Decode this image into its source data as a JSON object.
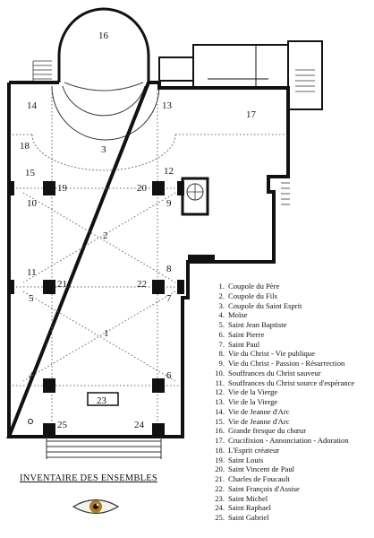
{
  "plan": {
    "labels": [
      "16",
      "17",
      "14",
      "13",
      "18",
      "3",
      "15",
      "12",
      "19",
      "20",
      "10",
      "9",
      "2",
      "11",
      "8",
      "5",
      "21",
      "22",
      "7",
      "1",
      "4",
      "6",
      "23",
      "25",
      "24"
    ]
  },
  "legend": {
    "items": [
      {
        "n": "1.",
        "t": "Coupole du Père"
      },
      {
        "n": "2.",
        "t": "Coupole du Fils"
      },
      {
        "n": "3.",
        "t": "Coupole du Saint Esprit"
      },
      {
        "n": "4.",
        "t": "Moïse"
      },
      {
        "n": "5.",
        "t": "Saint Jean Baptiste"
      },
      {
        "n": "6.",
        "t": "Saint Pierre"
      },
      {
        "n": "7.",
        "t": "Saint Paul"
      },
      {
        "n": "8.",
        "t": "Vie du Christ - Vie publique"
      },
      {
        "n": "9.",
        "t": "Vie du Christ - Passion - Résurrection"
      },
      {
        "n": "10.",
        "t": "Souffrances du Christ sauveur"
      },
      {
        "n": "11.",
        "t": "Souffrances du Christ source d'espérance"
      },
      {
        "n": "12.",
        "t": "Vie de la Vierge"
      },
      {
        "n": "13.",
        "t": "Vie de la Vierge"
      },
      {
        "n": "14.",
        "t": "Vie de Jeanne d'Arc"
      },
      {
        "n": "15.",
        "t": "Vie de Jeanne d'Arc"
      },
      {
        "n": "16.",
        "t": "Grande fresque du chœur"
      },
      {
        "n": "17.",
        "t": "Crucifixion - Annonciation - Adoration"
      },
      {
        "n": "18.",
        "t": "L'Esprit créateur"
      },
      {
        "n": "19.",
        "t": "Saint Louis"
      },
      {
        "n": "20.",
        "t": "Saint Vincent de Paul"
      },
      {
        "n": "21.",
        "t": "Charles de Foucault"
      },
      {
        "n": "22.",
        "t": "Saint François d'Assise"
      },
      {
        "n": "23.",
        "t": "Saint Michel"
      },
      {
        "n": "24.",
        "t": "Saint Raphael"
      },
      {
        "n": "25.",
        "t": "Saint Gabriel"
      }
    ]
  },
  "caption": "INVENTAIRE DES ENSEMBLES",
  "colors": {
    "wall": "#111111",
    "dots": "#666666",
    "iris": "#b07a1e"
  }
}
